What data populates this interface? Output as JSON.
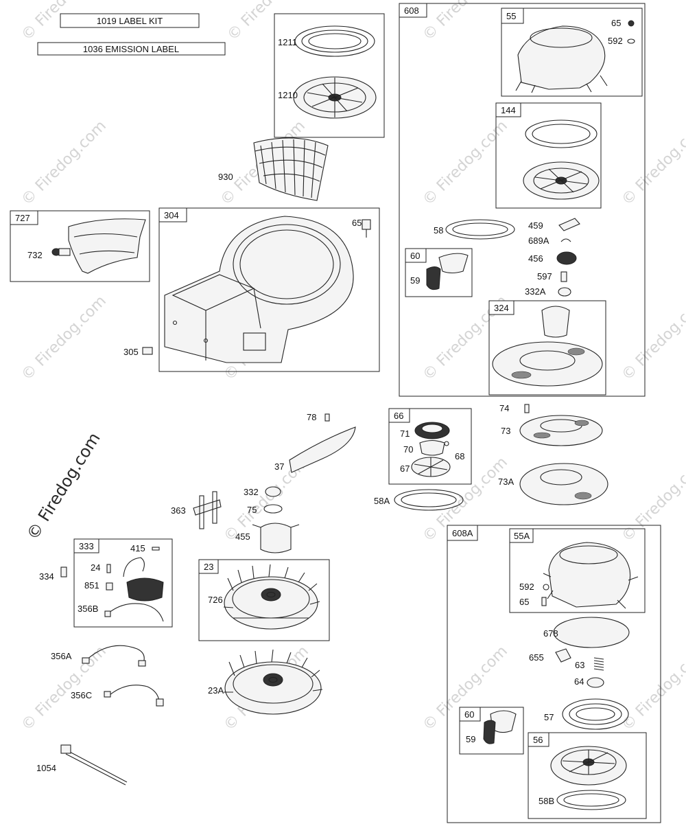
{
  "watermark": {
    "text": "© Firedog.com",
    "text_prominent": "© Firedog.com"
  },
  "kits": [
    {
      "id": "label-kit",
      "text": "1019 LABEL KIT"
    },
    {
      "id": "emission-label",
      "text": "1036 EMISSION LABEL"
    }
  ],
  "assemblies": {
    "a608": "608",
    "a55": "55",
    "a144": "144",
    "a60": "60",
    "a324": "324",
    "a727": "727",
    "a304": "304",
    "a66": "66",
    "a333": "333",
    "a23": "23",
    "a608A": "608A",
    "a55A": "55A",
    "a60b": "60",
    "a56": "56"
  },
  "parts": {
    "p1211": "1211",
    "p1210": "1210",
    "p930": "930",
    "p65a": "65",
    "p592a": "592",
    "p58": "58",
    "p459": "459",
    "p689A": "689A",
    "p456": "456",
    "p59a": "59",
    "p597": "597",
    "p332A": "332A",
    "p732": "732",
    "p65b": "65",
    "p305": "305",
    "p78": "78",
    "p37": "37",
    "p71": "71",
    "p70": "70",
    "p68": "68",
    "p67": "67",
    "p58A": "58A",
    "p74": "74",
    "p73": "73",
    "p73A": "73A",
    "p363": "363",
    "p332": "332",
    "p75": "75",
    "p455": "455",
    "p415": "415",
    "p24": "24",
    "p851": "851",
    "p334": "334",
    "p356B": "356B",
    "p726": "726",
    "p356A": "356A",
    "p356C": "356C",
    "p23A": "23A",
    "p1054": "1054",
    "p592b": "592",
    "p65c": "65",
    "p678": "678",
    "p655": "655",
    "p63": "63",
    "p64": "64",
    "p57": "57",
    "p59b": "59",
    "p58B": "58B"
  }
}
